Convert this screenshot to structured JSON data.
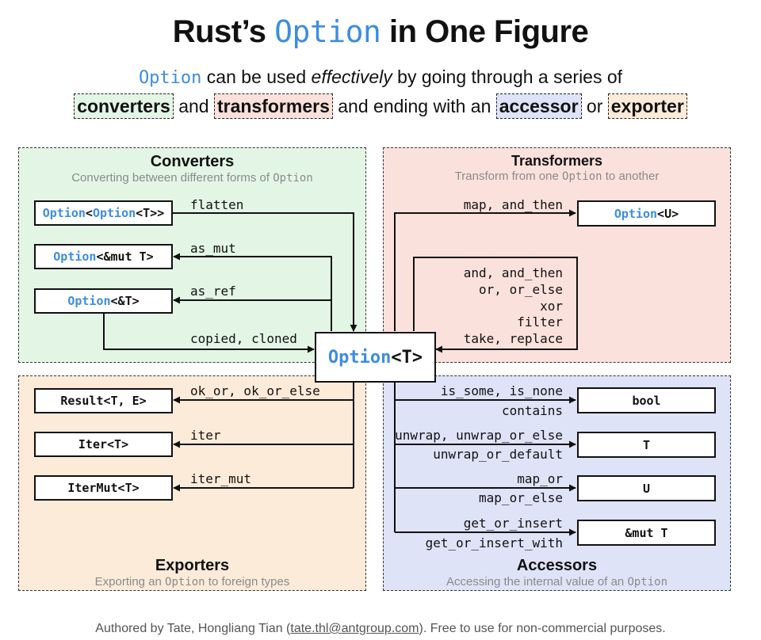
{
  "title": {
    "prefix": "Rust’s ",
    "code": "Option",
    "suffix": " in One Figure"
  },
  "subtitle": {
    "line1_code": "Option",
    "line1_a": " can be used ",
    "line1_em": "effectively",
    "line1_b": " by going through a series of",
    "converters": "converters",
    "and1": " and ",
    "transformers": "transformers",
    "and2": " and ending with an ",
    "accessor": "accessor",
    "or": " or ",
    "exporter": "exporter"
  },
  "panels": {
    "converters": {
      "title": "Converters",
      "desc_a": "Converting between different forms of ",
      "desc_code": "Option"
    },
    "transformers": {
      "title": "Transformers",
      "desc_a": "Transform from one ",
      "desc_code": "Option",
      "desc_b": " to another"
    },
    "exporters": {
      "title": "Exporters",
      "desc_a": "Exporting an ",
      "desc_code": "Option",
      "desc_b": " to foreign types"
    },
    "accessors": {
      "title": "Accessors",
      "desc_a": "Accessing the internal value of an ",
      "desc_code": "Option"
    }
  },
  "center": {
    "kw": "Option",
    "rest": "<T>"
  },
  "converters": [
    {
      "kw": "Option",
      "mid": "<",
      "kw2": "Option",
      "rest": "<T>>",
      "label": "flatten"
    },
    {
      "kw": "Option",
      "rest": "<&mut T>",
      "label": "as_mut"
    },
    {
      "kw": "Option",
      "rest": "<&T>",
      "label": "as_ref"
    },
    {
      "label": "copied, cloned"
    }
  ],
  "transformers": {
    "target_kw": "Option",
    "target_rest": "<U>",
    "top_label": "map, and_then",
    "loop_labels": [
      "and, and_then",
      "or, or_else",
      "xor",
      "filter",
      "take, replace"
    ]
  },
  "exporters": [
    {
      "type": "Result<T, E>",
      "label": "ok_or, ok_or_else"
    },
    {
      "type": "Iter<T>",
      "label": "iter"
    },
    {
      "type": "IterMut<T>",
      "label": "iter_mut"
    }
  ],
  "accessors": [
    {
      "type": "bool",
      "label1": "is_some, is_none",
      "label2": "contains"
    },
    {
      "type": "T",
      "label1": "unwrap, unwrap_or_else",
      "label2": "unwrap_or_default"
    },
    {
      "type": "U",
      "label1": "map_or",
      "label2": "map_or_else"
    },
    {
      "type": "&mut T",
      "label1": "get_or_insert",
      "label2": "get_or_insert_with"
    }
  ],
  "footer": {
    "a": "Authored by Tate, Hongliang Tian (",
    "email": "tate.thl@antgroup.com",
    "b": "). Free to use for non-commercial purposes."
  },
  "colors": {
    "code_blue": "#3d8de0",
    "converters_bg": "#e3f6e5",
    "transformers_bg": "#fbe1dc",
    "exporters_bg": "#fcebd9",
    "accessors_bg": "#dfe3f8"
  }
}
